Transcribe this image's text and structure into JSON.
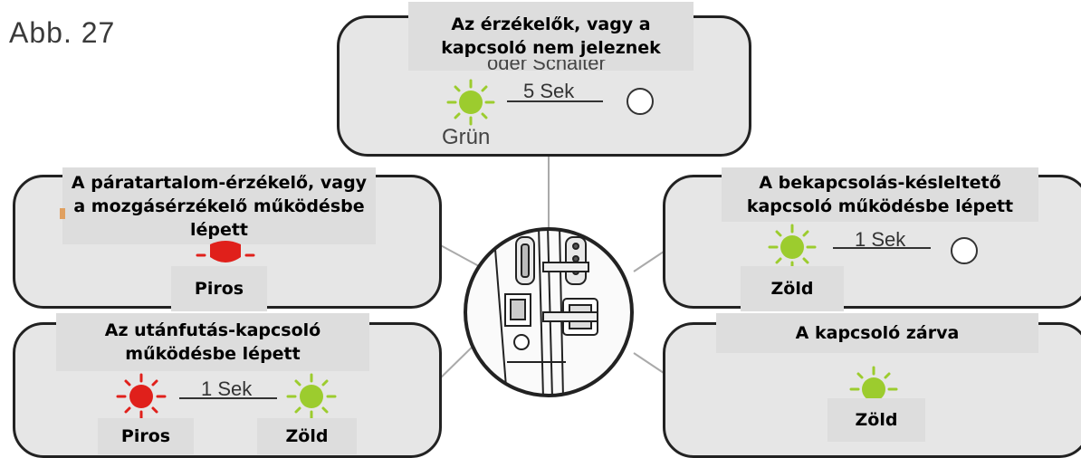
{
  "figure": {
    "label": "Abb.  27"
  },
  "colors": {
    "green": "#9ccc2e",
    "red": "#e0201b",
    "panel_bg": "#e6e6e6",
    "caption_bg": "#dddddd"
  },
  "panels": {
    "top": {
      "caption": "Az érzékelők, vagy a kapcsoló nem jeleznek",
      "partial_text": "oder Schalter",
      "interval": "5 Sek",
      "color_label": "Grün"
    },
    "middle_left": {
      "caption": "A páratartalom-érzékelő, vagy a mozgásérzékelő működésbe lépett",
      "color_label": "Piros"
    },
    "middle_right": {
      "caption": "A bekapcsolás-késleltető kapcsoló működésbe lépett",
      "interval": "1 Sek",
      "color_label": "Zöld"
    },
    "bottom_left": {
      "caption": "Az utánfutás-kapcsoló működésbe lépett",
      "interval": "1 Sek",
      "color_label_1": "Piros",
      "color_label_2": "Zöld"
    },
    "bottom_right": {
      "caption": "A kapcsoló zárva",
      "color_label": "Zöld"
    }
  }
}
